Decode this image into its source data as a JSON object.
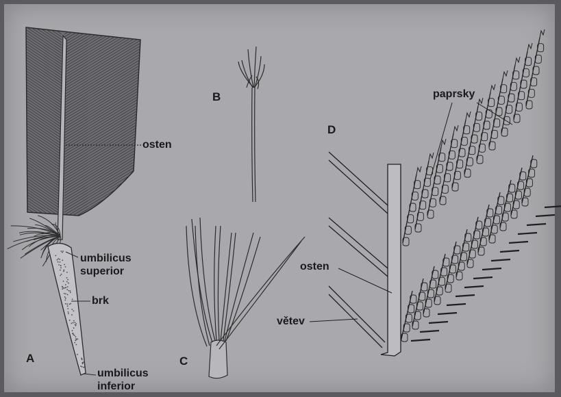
{
  "panels": {
    "a": "A",
    "b": "B",
    "c": "C",
    "d": "D"
  },
  "labels": {
    "osten_a": "osten",
    "umbilicus_superior_1": "umbilicus",
    "umbilicus_superior_2": "superior",
    "brk": "brk",
    "umbilicus_inferior_1": "umbilicus",
    "umbilicus_inferior_2": "inferior",
    "paprsky": "paprsky",
    "osten_d": "osten",
    "vetev": "větev"
  }
}
